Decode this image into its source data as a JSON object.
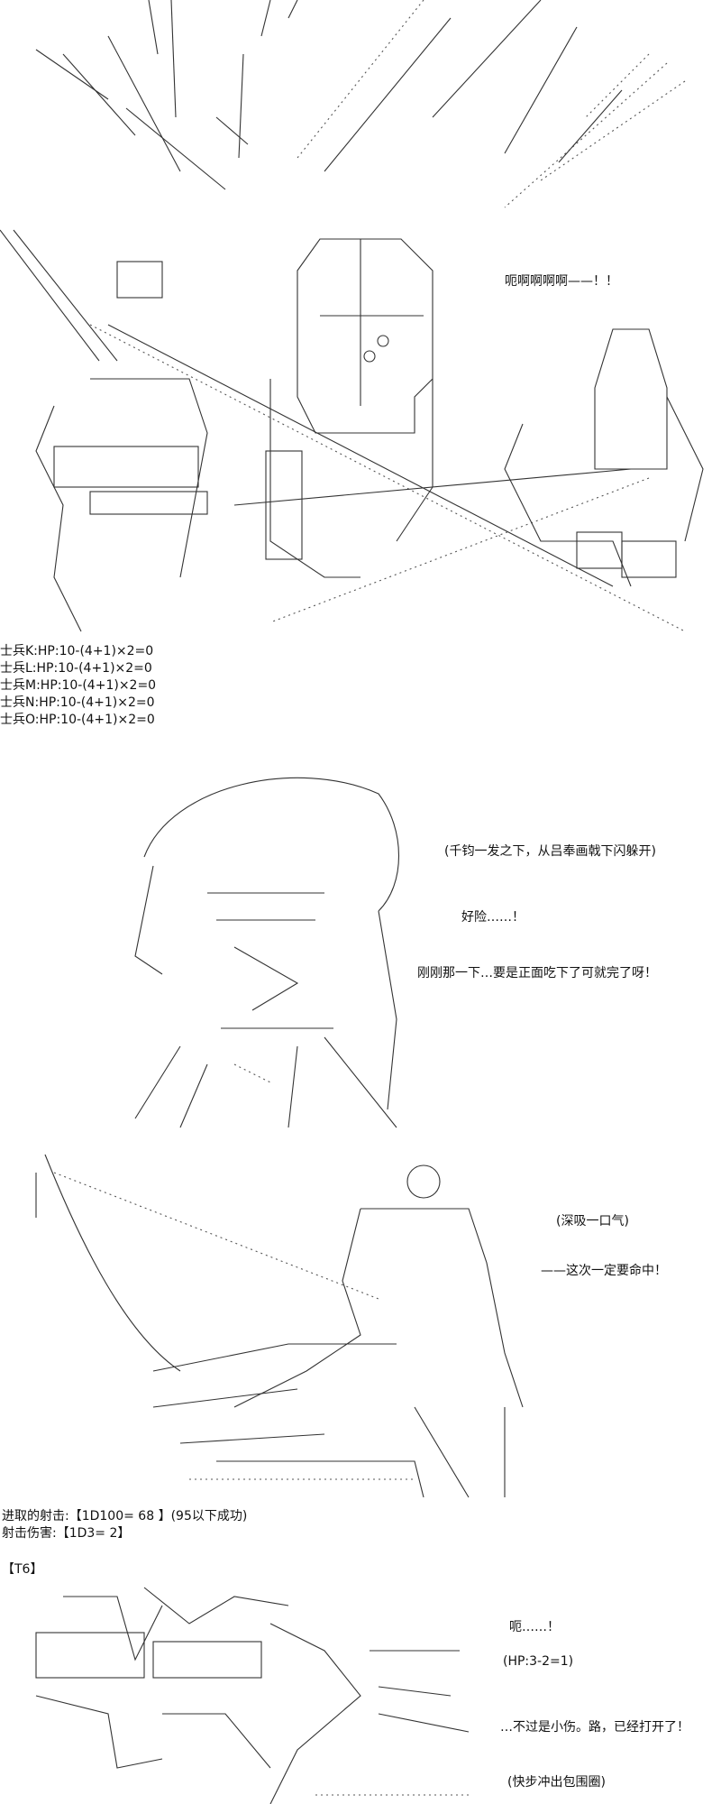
{
  "panel2": {
    "shout": "呃啊啊啊啊——！！"
  },
  "soldier_stats": [
    "士兵K:HP:10-(4+1)×2=0",
    "士兵L:HP:10-(4+1)×2=0",
    "士兵M:HP:10-(4+1)×2=0",
    "士兵N:HP:10-(4+1)×2=0",
    "士兵O:HP:10-(4+1)×2=0"
  ],
  "panel3": {
    "narration": "(千钧一发之下，从吕奉画戟下闪躲开)",
    "line1": "好险……！",
    "line2": "刚刚那一下…要是正面吃下了可就完了呀！"
  },
  "panel4": {
    "narration": "(深吸一口气)",
    "line1": "——这次一定要命中！"
  },
  "rolls": {
    "shot": "进取的射击:【1D100= 68 】(95以下成功)",
    "damage": "射击伤害:【1D3= 2】",
    "turn": "【T6】"
  },
  "panel5": {
    "line1": "呃……！",
    "hp": "(HP:3-2=1)",
    "line2": "…不过是小伤。路，已经打开了！",
    "narration": "(快步冲出包围圈)"
  }
}
